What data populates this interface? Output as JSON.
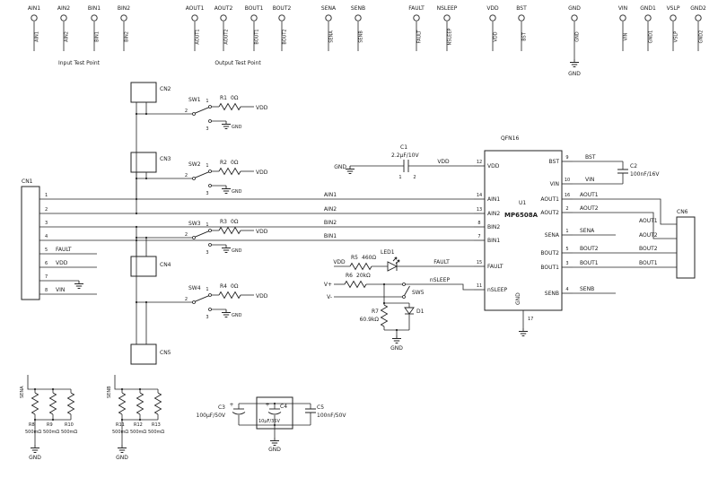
{
  "tp": {
    "group1": "Input Test Point",
    "group2": "Output Test Point",
    "gnd_text": "GND",
    "items": [
      {
        "n": "AIN1"
      },
      {
        "n": "AIN2"
      },
      {
        "n": "BIN1"
      },
      {
        "n": "BIN2"
      },
      {
        "n": "AOUT1"
      },
      {
        "n": "AOUT2"
      },
      {
        "n": "BOUT1"
      },
      {
        "n": "BOUT2"
      },
      {
        "n": "SENA"
      },
      {
        "n": "SENB"
      },
      {
        "n": "FAULT"
      },
      {
        "n": "NSLEEP"
      },
      {
        "n": "VDD"
      },
      {
        "n": "BST"
      },
      {
        "n": "GND"
      },
      {
        "n": "VIN"
      },
      {
        "n": "GND1"
      },
      {
        "n": "VSLP"
      },
      {
        "n": "GND2"
      }
    ]
  },
  "cn1": {
    "ref": "CN1",
    "pins": [
      "1",
      "2",
      "3",
      "4",
      "5",
      "6",
      "7",
      "8"
    ],
    "fault": "FAULT",
    "vdd": "VDD",
    "vin": "VIN"
  },
  "headers": {
    "cn2": "CN2",
    "cn3": "CN3",
    "cn4": "CN4",
    "cn5": "CN5",
    "cn6": "CN6"
  },
  "sw": [
    {
      "ref": "SW1",
      "n1": "1",
      "n2": "2",
      "n3": "3",
      "r": "R1",
      "rv": "0Ω",
      "up": "VDD",
      "dn": "GND"
    },
    {
      "ref": "SW2",
      "n1": "1",
      "n2": "2",
      "n3": "3",
      "r": "R2",
      "rv": "0Ω",
      "up": "VDD",
      "dn": "GND"
    },
    {
      "ref": "SW3",
      "n1": "1",
      "n2": "2",
      "n3": "3",
      "r": "R3",
      "rv": "0Ω",
      "up": "VDD",
      "dn": "GND"
    },
    {
      "ref": "SW4",
      "n1": "1",
      "n2": "2",
      "n3": "3",
      "r": "R4",
      "rv": "0Ω",
      "up": "VDD",
      "dn": "GND"
    }
  ],
  "innets": {
    "ain1": "AIN1",
    "ain2": "AIN2",
    "bin2": "BIN2",
    "bin1": "BIN1"
  },
  "u1": {
    "pkg": "QFN16",
    "ref": "U1",
    "part": "MP6508A",
    "lp": [
      {
        "num": "12",
        "name": "VDD"
      },
      {
        "num": "14",
        "name": "AIN1"
      },
      {
        "num": "13",
        "name": "AIN2"
      },
      {
        "num": "8",
        "name": "BIN2"
      },
      {
        "num": "7",
        "name": "BIN1"
      },
      {
        "num": "15",
        "name": "FAULT"
      },
      {
        "num": "11",
        "name": "nSLEEP"
      }
    ],
    "rp": [
      {
        "num": "9",
        "name": "BST"
      },
      {
        "num": "10",
        "name": "VIN"
      },
      {
        "num": "16",
        "name": "AOUT1"
      },
      {
        "num": "2",
        "name": "AOUT2"
      },
      {
        "num": "1",
        "name": "SENA"
      },
      {
        "num": "5",
        "name": "BOUT2"
      },
      {
        "num": "3",
        "name": "BOUT1"
      },
      {
        "num": "4",
        "name": "SENB"
      }
    ],
    "pad": {
      "num": "17",
      "name": "GND"
    }
  },
  "rnets": {
    "bst": "BST",
    "vin": "VIN",
    "aout1": "AOUT1",
    "aout2": "AOUT2",
    "sena": "SENA",
    "bout2": "BOUT2",
    "bout1": "BOUT1",
    "senb": "SENB"
  },
  "cn6nets": {
    "r1": "AOUT1",
    "r2": "AOUT2",
    "r3": "BOUT2",
    "r4": "BOUT1"
  },
  "c1": {
    "ref": "C1",
    "val": "2.2µF/10V",
    "p1": "1",
    "p2": "2",
    "gnd": "GND",
    "vdd": "VDD"
  },
  "c2": {
    "ref": "C2",
    "val": "100nF/16V"
  },
  "flt": {
    "vdd": "VDD",
    "r": "R5",
    "rv": "460Ω",
    "led": "LED1",
    "net": "FAULT"
  },
  "slp": {
    "vp": "V+",
    "vm": "V-",
    "r6": "R6",
    "r6v": "20kΩ",
    "sw": "SW5",
    "net": "nSLEEP",
    "r7": "R7",
    "r7v": "60.9kΩ",
    "d": "D1",
    "gnd": "GND"
  },
  "banks": [
    {
      "net": "SENA",
      "gnd": "GND",
      "r": [
        {
          "ref": "R8",
          "val": "500mΩ"
        },
        {
          "ref": "R9",
          "val": "500mΩ"
        },
        {
          "ref": "R10",
          "val": "500mΩ"
        }
      ]
    },
    {
      "net": "SENB",
      "gnd": "GND",
      "r": [
        {
          "ref": "R11",
          "val": "500mΩ"
        },
        {
          "ref": "R12",
          "val": "500mΩ"
        },
        {
          "ref": "R13",
          "val": "500mΩ"
        }
      ]
    }
  ],
  "bulk": {
    "c3": "C3",
    "c3v": "100µF/50V",
    "c4": "C4",
    "c4v": "10µF/35V",
    "c5": "C5",
    "c5v": "100nF/50V",
    "plus": "+",
    "gnd": "GND"
  },
  "chipgnd": "GND"
}
